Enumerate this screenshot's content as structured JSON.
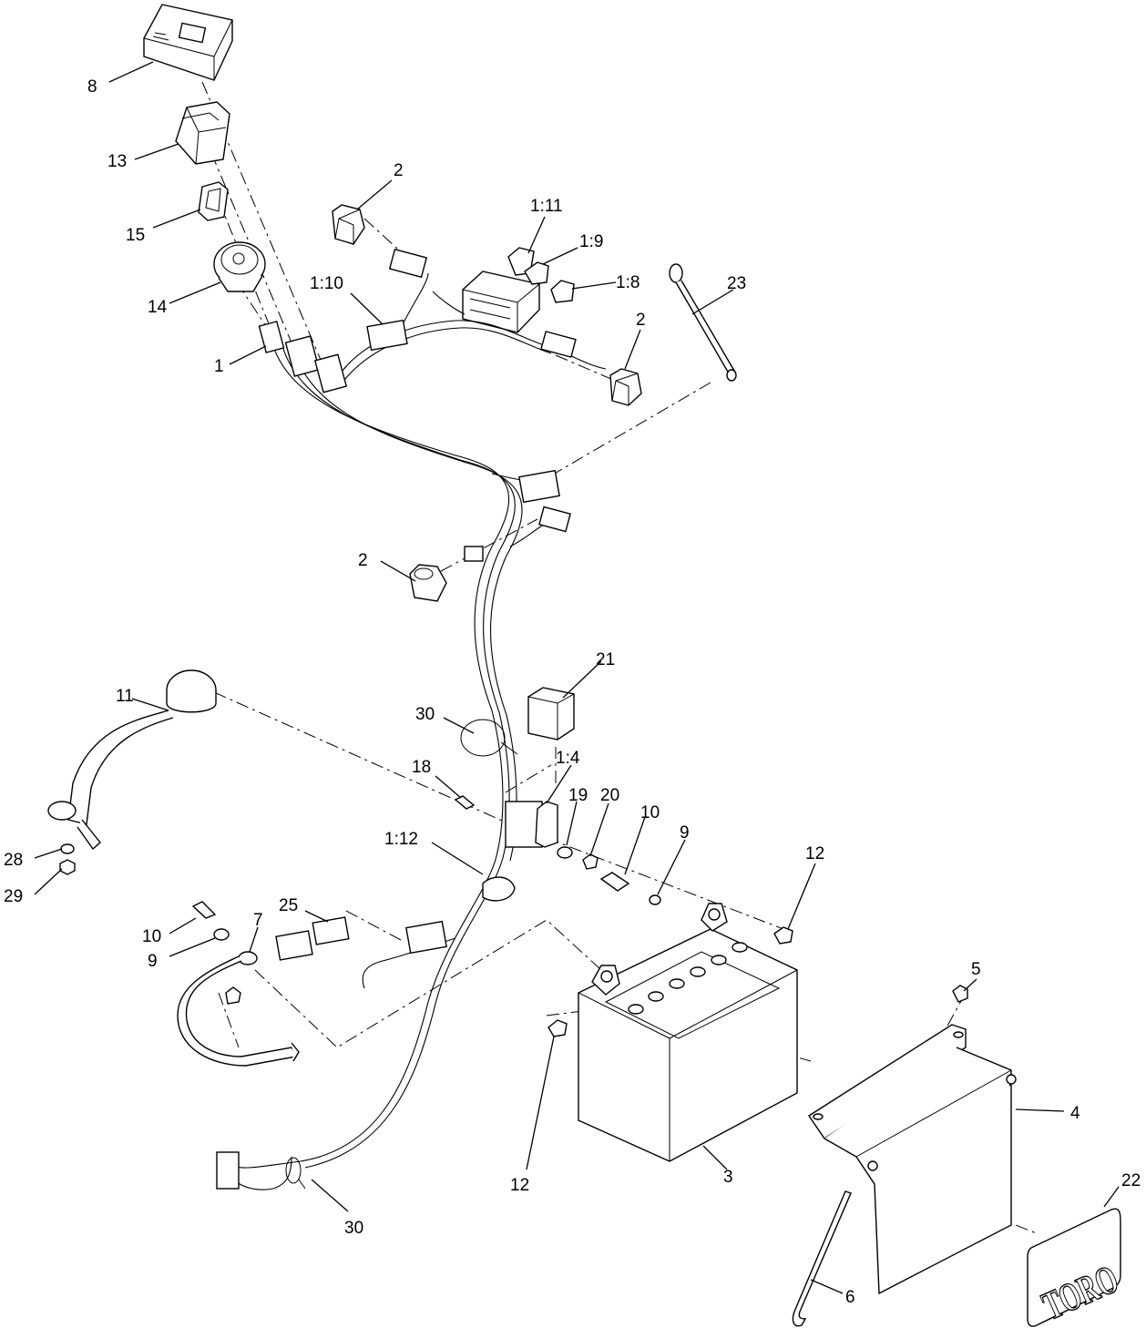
{
  "callouts": [
    {
      "id": "8",
      "label": "8"
    },
    {
      "id": "13",
      "label": "13"
    },
    {
      "id": "15",
      "label": "15"
    },
    {
      "id": "14",
      "label": "14"
    },
    {
      "id": "1",
      "label": "1"
    },
    {
      "id": "1-10",
      "label": "1:10"
    },
    {
      "id": "2-top",
      "label": "2"
    },
    {
      "id": "1-11",
      "label": "1:11"
    },
    {
      "id": "1-9",
      "label": "1:9"
    },
    {
      "id": "1-8",
      "label": "1:8"
    },
    {
      "id": "23",
      "label": "23"
    },
    {
      "id": "2-right",
      "label": "2"
    },
    {
      "id": "2-mid",
      "label": "2"
    },
    {
      "id": "21",
      "label": "21"
    },
    {
      "id": "11",
      "label": "11"
    },
    {
      "id": "30-upper",
      "label": "30"
    },
    {
      "id": "1-4",
      "label": "1:4"
    },
    {
      "id": "18",
      "label": "18"
    },
    {
      "id": "19",
      "label": "19"
    },
    {
      "id": "20",
      "label": "20"
    },
    {
      "id": "10-right",
      "label": "10"
    },
    {
      "id": "9-right",
      "label": "9"
    },
    {
      "id": "12-right",
      "label": "12"
    },
    {
      "id": "1-12",
      "label": "1:12"
    },
    {
      "id": "28",
      "label": "28"
    },
    {
      "id": "29",
      "label": "29"
    },
    {
      "id": "25",
      "label": "25"
    },
    {
      "id": "7",
      "label": "7"
    },
    {
      "id": "10-left",
      "label": "10"
    },
    {
      "id": "9-left",
      "label": "9"
    },
    {
      "id": "5",
      "label": "5"
    },
    {
      "id": "4",
      "label": "4"
    },
    {
      "id": "12-left",
      "label": "12"
    },
    {
      "id": "3",
      "label": "3"
    },
    {
      "id": "22",
      "label": "22"
    },
    {
      "id": "30-lower",
      "label": "30"
    },
    {
      "id": "6",
      "label": "6"
    }
  ],
  "decal_text": "TORO"
}
